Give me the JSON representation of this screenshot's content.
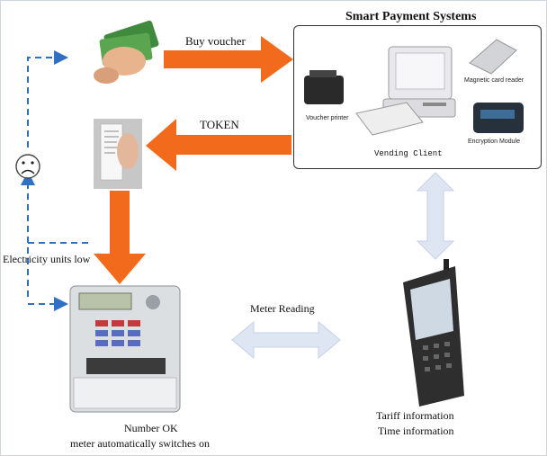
{
  "labels": {
    "buy_voucher": "Buy voucher",
    "token": "TOKEN",
    "smart_payment_systems": "Smart Payment Systems",
    "magnetic_card_reader": "Magnetic card reader",
    "voucher_printer": "Voucher printer",
    "encryption_module": "Encryption Module",
    "vending_client": "Vending Client",
    "electricity_units_low": "Electricity units low",
    "meter_reading": "Meter Reading",
    "number_ok": "Number OK",
    "meter_switches_on": "meter automatically switches on",
    "tariff_information": "Tariff information",
    "time_information": "Time information"
  },
  "colors": {
    "orange_arrow": "#f26a1b",
    "dashed_blue": "#2f6fc4",
    "light_arrow": "#dde6f2"
  }
}
